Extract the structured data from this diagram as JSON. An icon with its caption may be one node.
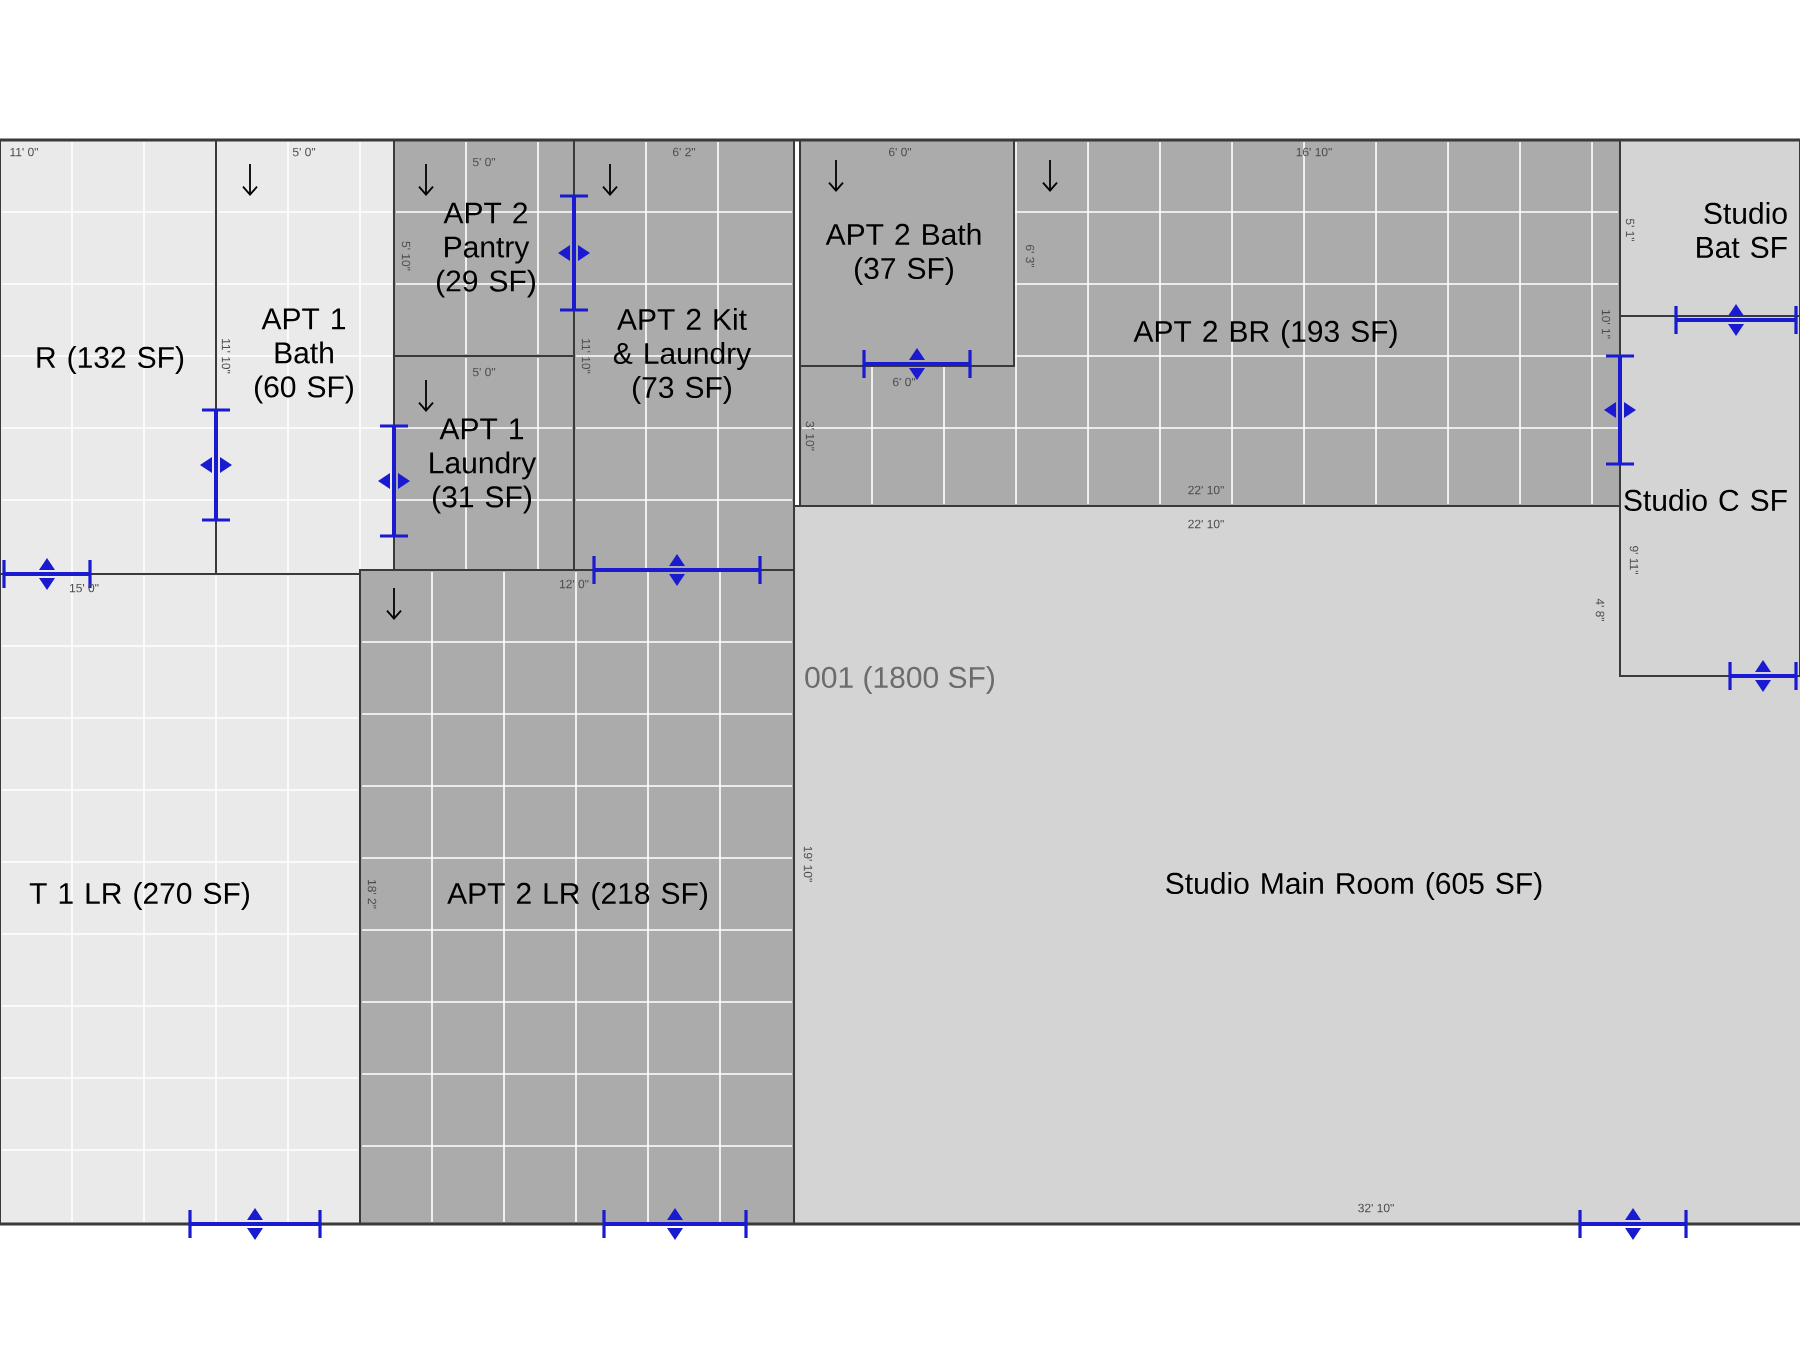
{
  "diagram": {
    "nodes": [
      {
        "text": [
          "R (132 SF)"
        ]
      },
      {
        "text": [
          "APT 1 Bath (60 SF)"
        ]
      },
      {
        "text": [
          "APT 2 Pantry (29 SF)"
        ]
      },
      {
        "text": [
          "APT 1 Laundry (31 SF)"
        ]
      },
      {
        "text": [
          "APT 2 Kit & Laundry (73 SF)"
        ]
      },
      {
        "text": [
          "APT 2 BR (193 SF)"
        ]
      },
      {
        "text": [
          "APT 2 Bath (37 SF)"
        ],
        "in": 5
      },
      {
        "text": [
          "Studio Bat SF"
        ]
      },
      {
        "text": [
          "Studio C SF"
        ]
      },
      {
        "text": [
          "T 1 LR (270 SF)"
        ]
      },
      {
        "text": [
          "APT 2 LR (218 SF)"
        ]
      },
      {
        "text": [
          "Studio Main Room (605 SF)"
        ]
      }
    ],
    "labels": [
      "11' 0\"",
      "5' 0\"",
      "6' 2\"",
      "6' 0\"",
      "16' 10\"",
      "5' 0\"",
      "5' 1\"",
      "5' 10\"",
      "6' 3\"",
      "10' 1\"",
      "11' 10\"",
      "11' 10\"",
      "5' 0\"",
      "6' 0\"",
      "3' 10\"",
      "22' 10\"",
      "9' 11\"",
      "22' 10\"",
      "12' 0\"",
      "15' 0\"",
      "4' 8\"",
      "001 (1800 SF)",
      "19' 10\"",
      "18' 2\"",
      "32' 10\""
    ]
  }
}
